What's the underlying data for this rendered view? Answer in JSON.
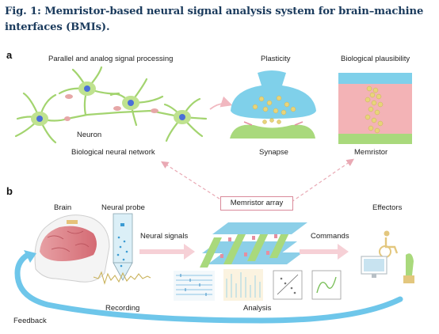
{
  "caption": {
    "title": "Fig. 1: Memristor-based neural signal analysis system for brain–machine interfaces (BMIs)."
  },
  "panel_a": {
    "letter": "a",
    "labels": {
      "parallel": "Parallel and analog signal processing",
      "plasticity": "Plasticity",
      "plausibility": "Biological plausibility",
      "neuron": "Neuron",
      "network": "Biological neural network",
      "synapse": "Synapse",
      "memristor": "Memristor"
    }
  },
  "panel_b": {
    "letter": "b",
    "labels": {
      "brain": "Brain",
      "probe": "Neural probe",
      "array": "Memristor array",
      "effectors": "Effectors",
      "signals": "Neural signals",
      "commands": "Commands",
      "recording": "Recording",
      "analysis": "Analysis",
      "feedback": "Feedback"
    }
  },
  "colors": {
    "title": "#1a3a5c",
    "neuron": "#9ccf6a",
    "synapse_blue": "#7fd0ea",
    "synapse_green": "#a9d97c",
    "memristor_red": "#f3b3b6",
    "vesicle": "#e8d47a",
    "arrow_pink": "#f1b8c0",
    "feedback_blue": "#6ec6ea"
  }
}
